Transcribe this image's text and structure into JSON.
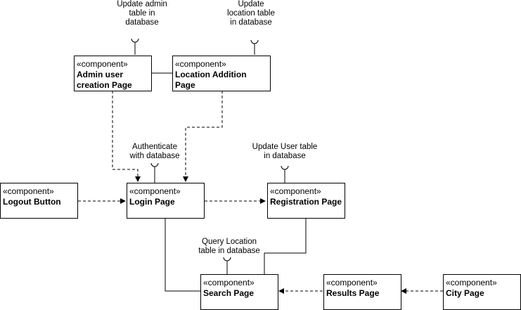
{
  "stereotype": "«component»",
  "components": {
    "admin_user_creation": "Admin user creation Page",
    "location_addition": "Location Addition Page",
    "logout_button": "Logout Button",
    "login": "Login Page",
    "registration": "Registration Page",
    "search": "Search Page",
    "results": "Results Page",
    "city": "City Page"
  },
  "interfaces": {
    "update_admin": "Update admin\ntable in\ndatabase",
    "update_location": "Update\nlocation table\nin database",
    "authenticate": "Authenticate\nwith database",
    "update_user": "Update User table\nin database",
    "query_location": "Query Location\ntable in database"
  }
}
